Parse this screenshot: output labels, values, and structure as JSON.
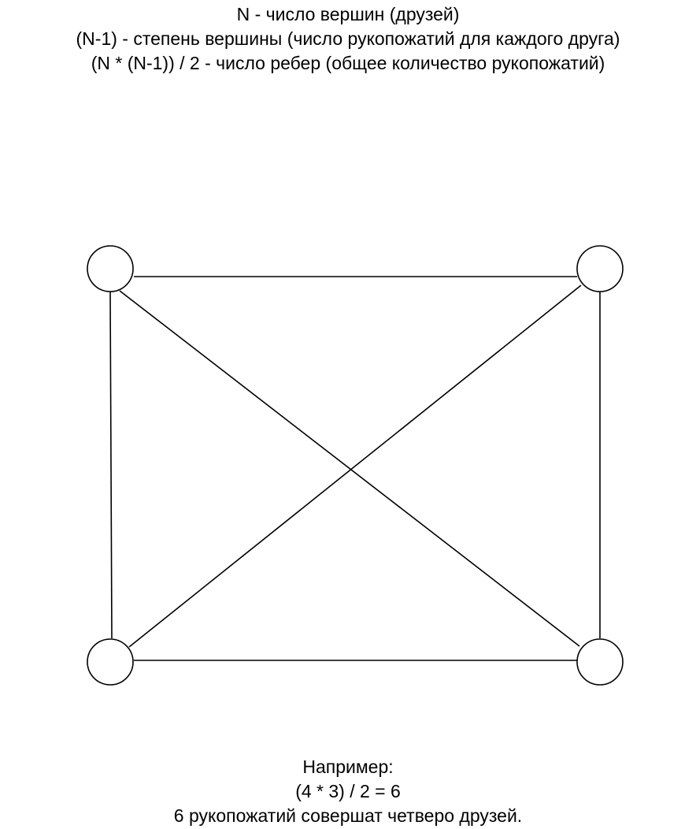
{
  "header": {
    "lines": [
      "N - число вершин (друзей)",
      "(N-1) - степень вершины (число рукопожатий для каждого друга)",
      "(N * (N-1)) / 2 - число ребер (общее количество рукопожатий)"
    ]
  },
  "graph": {
    "nodes": [
      "top-left",
      "top-right",
      "bottom-left",
      "bottom-right"
    ],
    "edges": [
      [
        "top-left",
        "top-right"
      ],
      [
        "bottom-left",
        "bottom-right"
      ],
      [
        "top-left",
        "bottom-left"
      ],
      [
        "top-right",
        "bottom-right"
      ],
      [
        "top-left",
        "bottom-right"
      ],
      [
        "top-right",
        "bottom-left"
      ]
    ],
    "stroke_color": "#000000",
    "fill_color": "#ffffff"
  },
  "footer": {
    "lines": [
      "Например:",
      "(4 * 3) / 2 = 6",
      "6 рукопожатий совершат четверо друзей."
    ]
  }
}
